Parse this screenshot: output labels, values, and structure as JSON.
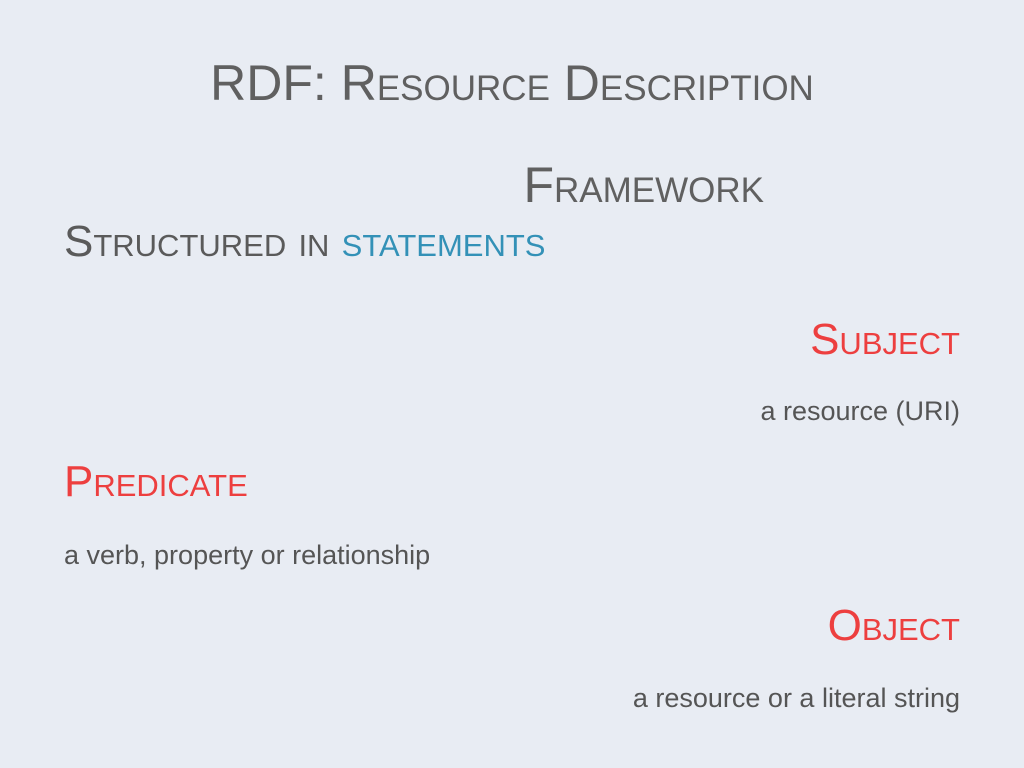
{
  "title": {
    "line1": "RDF: Resource Description",
    "line2": "Framework"
  },
  "subheading": {
    "prefix": "Structured in ",
    "accent": "statements"
  },
  "items": [
    {
      "term": "Subject",
      "description": "a resource (URI)"
    },
    {
      "term": "Predicate",
      "description": "a verb, property or relationship"
    },
    {
      "term": "Object",
      "description": "a resource or a literal string"
    }
  ],
  "colors": {
    "background": "#e8ecf3",
    "title": "#606060",
    "accent_blue": "#3391b7",
    "term_red": "#ed3f3f",
    "text": "#555555"
  }
}
